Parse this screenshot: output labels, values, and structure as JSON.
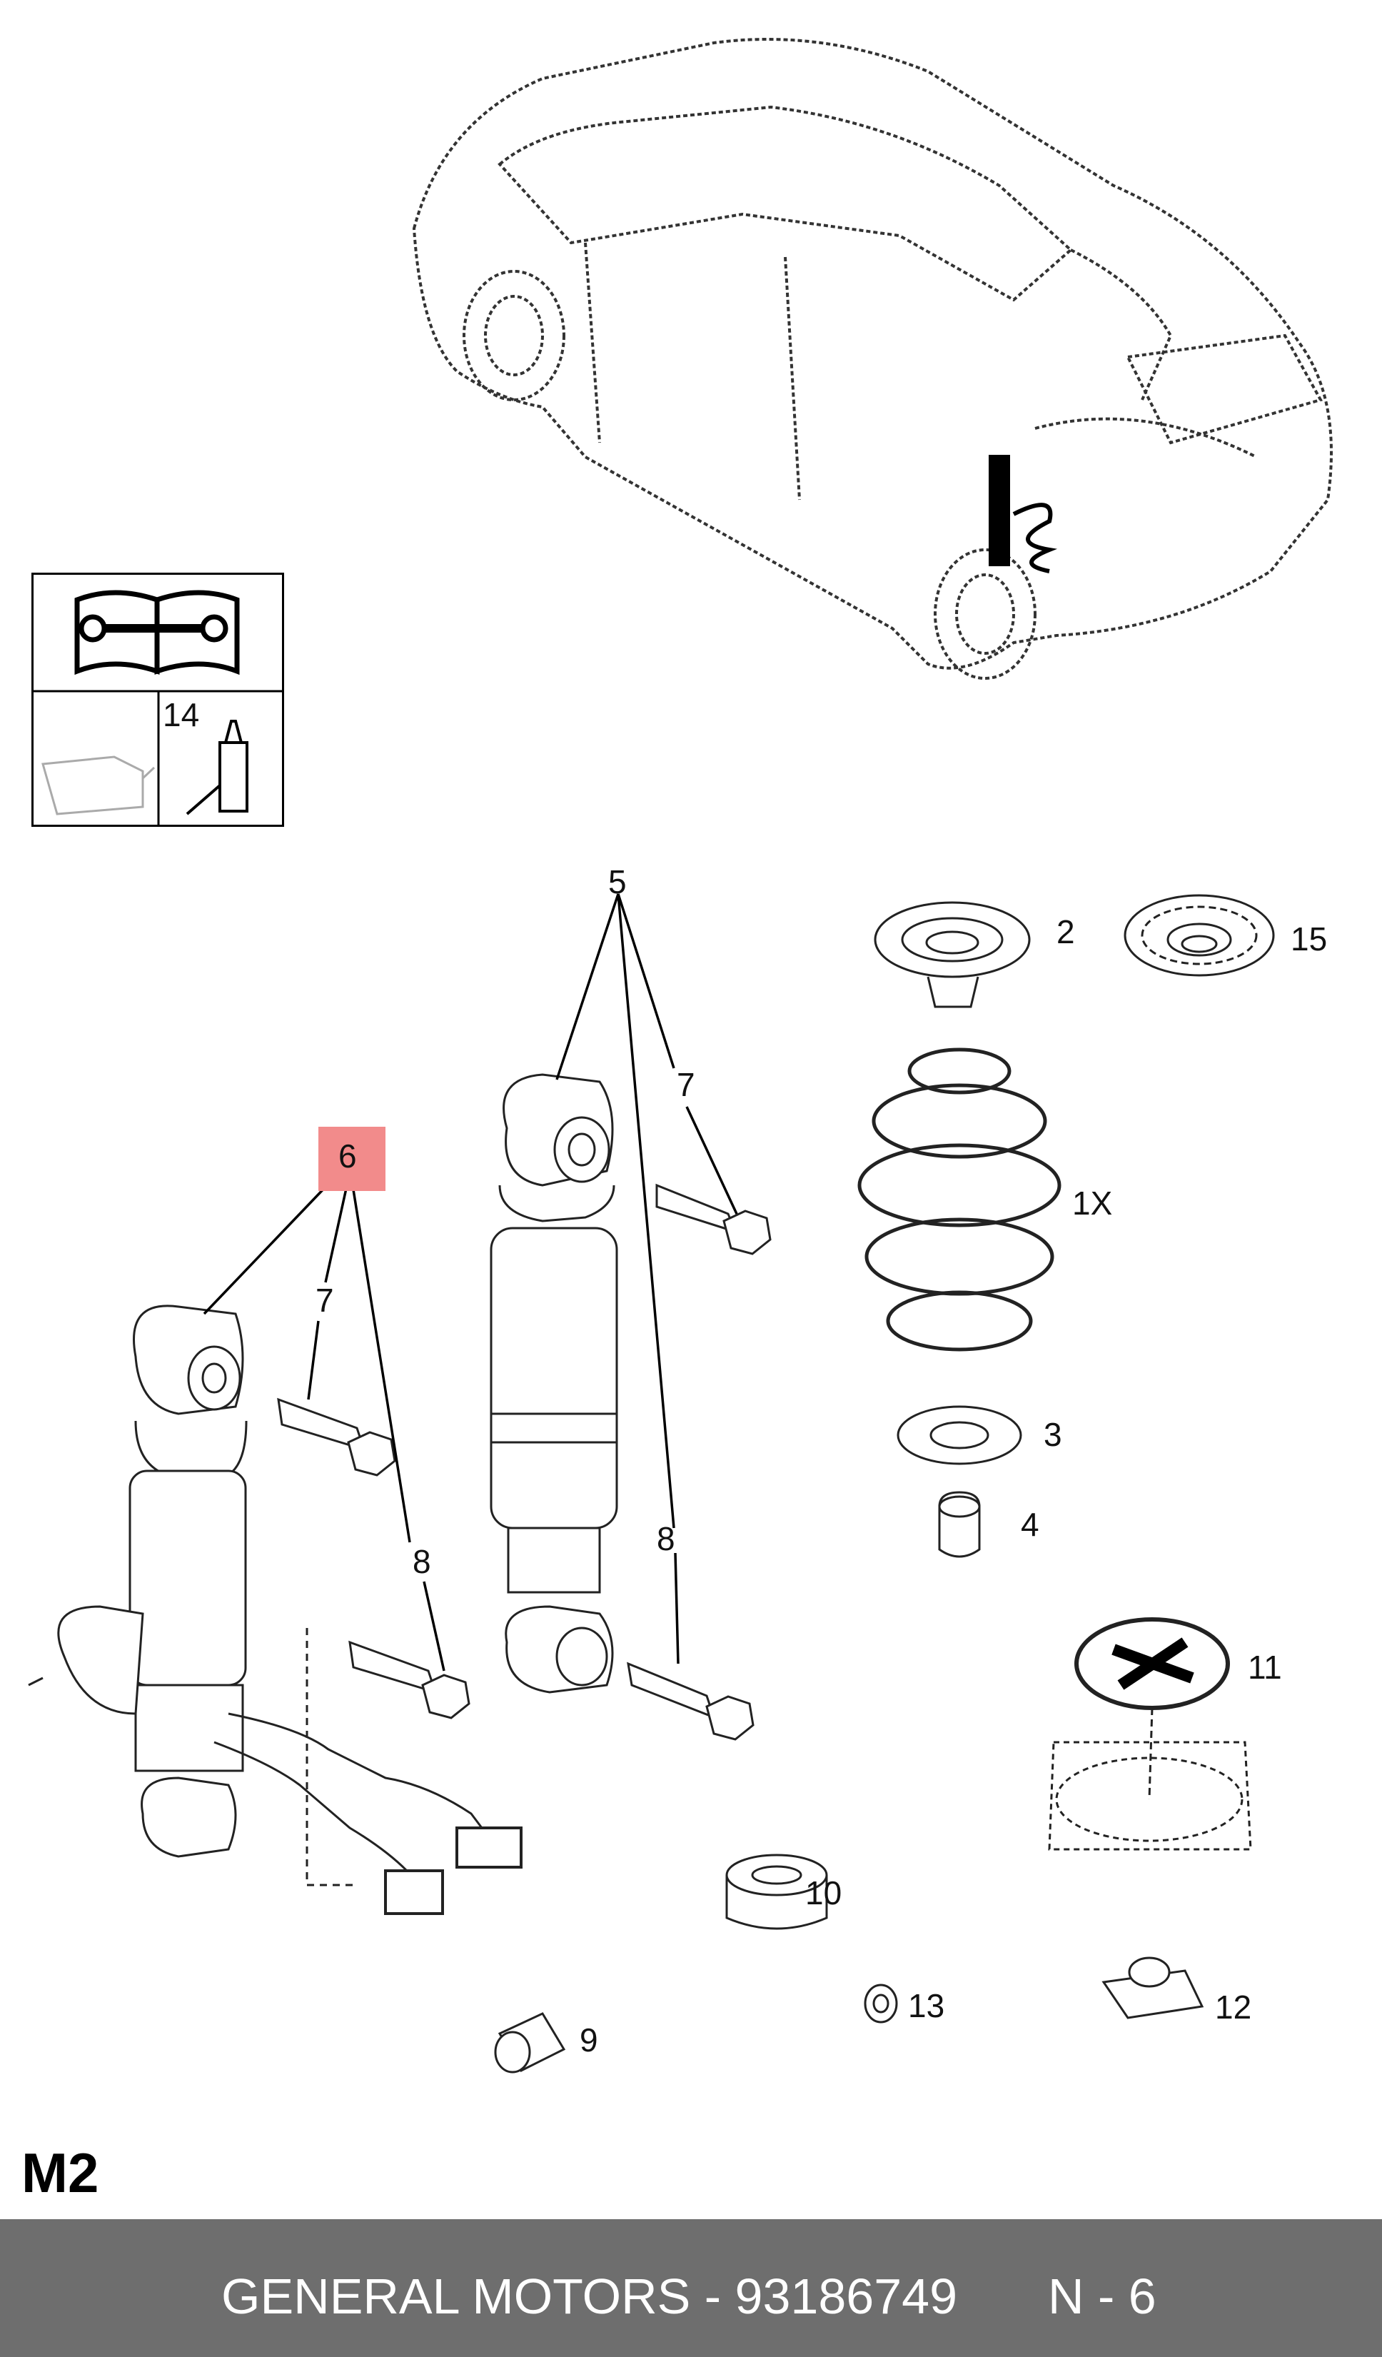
{
  "callouts": {
    "c5": "5",
    "c2": "2",
    "c15": "15",
    "c7a": "7",
    "c6": "6",
    "c1x": "1X",
    "c7b": "7",
    "c3": "3",
    "c8a": "8",
    "c8b": "8",
    "c4": "4",
    "c11": "11",
    "c10": "10",
    "c13": "13",
    "c12": "12",
    "c9": "9",
    "c14": "14"
  },
  "diagram_code": "M2",
  "footer": {
    "text": "GENERAL MOTORS - 93186749",
    "page": "N - 6"
  },
  "colors": {
    "highlight": "#f28b8b",
    "footer_bg": "#6e6e6e",
    "footer_text": "#ffffff"
  },
  "icons": [
    "manual-wrench-icon",
    "oil-can-icon",
    "sealant-bottle-icon"
  ]
}
